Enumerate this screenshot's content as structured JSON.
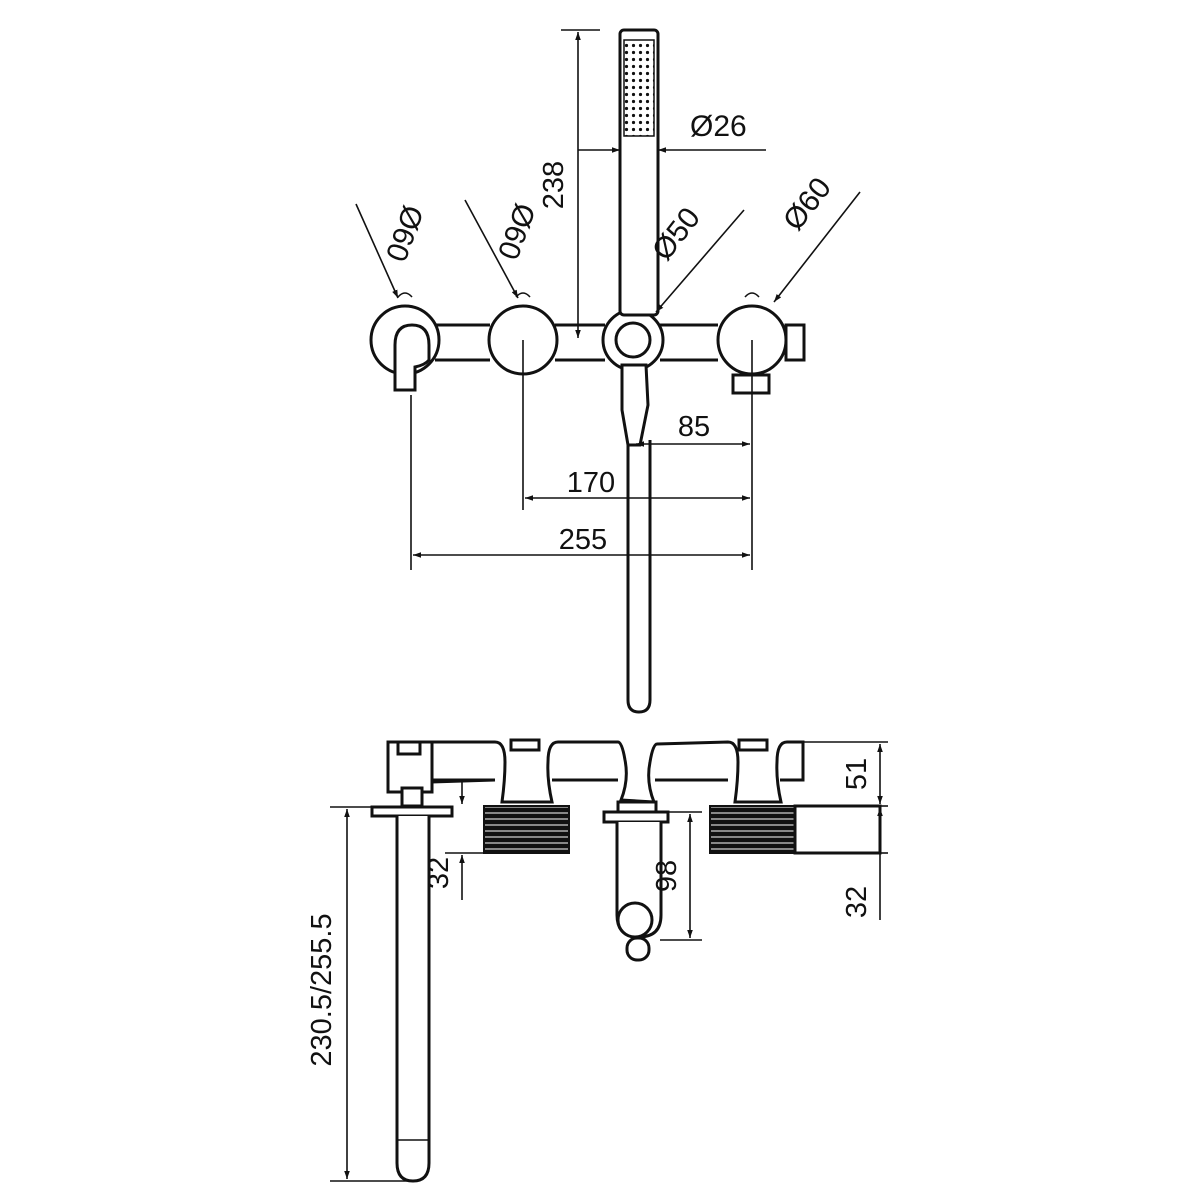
{
  "drawing": {
    "front_view": {
      "diameters": {
        "knob_left": "Ø60",
        "knob_mid": "Ø60",
        "diverter": "Ø50",
        "knob_right": "Ø60",
        "handshower": "Ø26"
      },
      "lengths": {
        "handshower_height": "238",
        "spacing_85": "85",
        "spacing_170": "170",
        "spacing_255": "255"
      }
    },
    "side_view": {
      "heights": {
        "body_depth": "51",
        "trim_depth_right": "32",
        "trim_depth_left": "32",
        "diverter_outlet": "98",
        "spout_length": "230.5/255.5"
      }
    }
  }
}
